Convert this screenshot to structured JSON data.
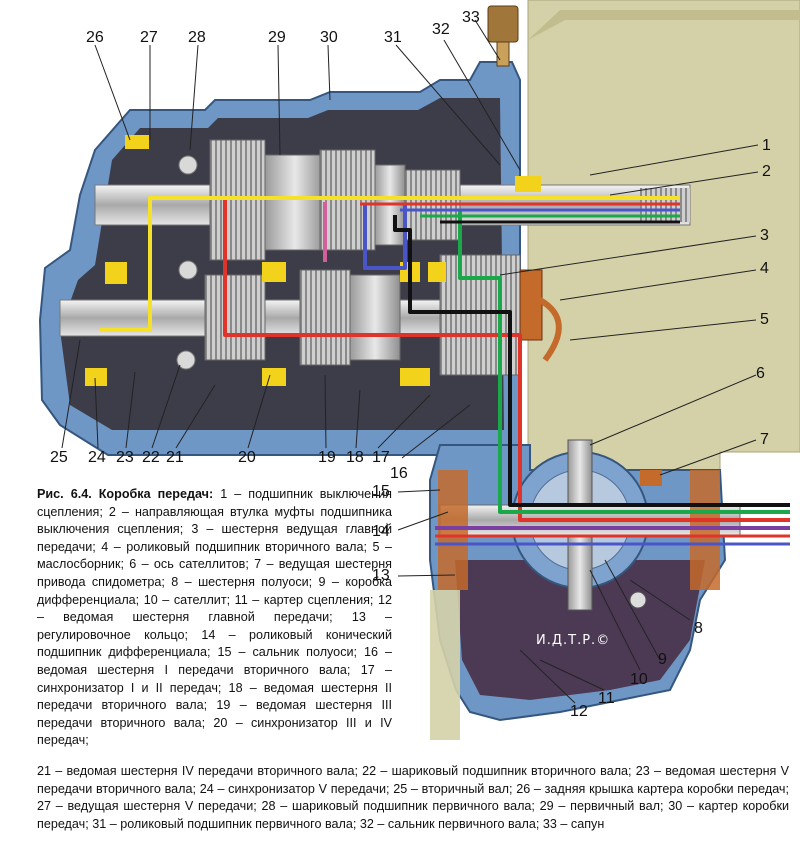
{
  "callouts": [
    "1",
    "2",
    "3",
    "4",
    "5",
    "6",
    "7",
    "8",
    "9",
    "10",
    "11",
    "12",
    "13",
    "14",
    "15",
    "16",
    "17",
    "18",
    "19",
    "20",
    "21",
    "22",
    "23",
    "24",
    "25",
    "26",
    "27",
    "28",
    "29",
    "30",
    "31",
    "32",
    "33"
  ],
  "caption": {
    "heading": "Рис. 6.4. Коробка передач:",
    "body": " 1 – подшипник выключения сцепления; 2 – направляющая втулка муфты подшипника выключения сцепления; 3 – шестерня ведущая главной передачи; 4 – роликовый подшипник вторичного вала; 5 – маслосборник; 6 – ось сателлитов; 7 – ведущая шестерня привода спидометра; 8 – шестерня полуоси; 9 – коробка дифференциала; 10 – сателлит; 11 – картер сцепления; 12 – ведомая шестерня главной передачи; 13 – регулировочное кольцо; 14 – роликовый конический подшипник дифференциала; 15 – сальник полуоси; 16 – ведомая шестерня I передачи вторичного вала; 17 – синхронизатор I и II передач; 18 – ведомая шестерня II передачи вторичного вала; 19 – ведомая шестерня III передачи вторичного вала; 20 – синхронизатор III и IV передач;",
    "tail": "21 – ведомая шестерня IV передачи вторичного вала; 22 – шариковый подшипник вторичного вала; 23 – ведомая шестерня V передачи вторичного вала; 24 – синхронизатор V передачи; 25 – вторичный вал; 26 – задняя крышка картера коробки передач; 27 – ведущая шестерня V передачи; 28 – шариковый подшипник первичного вала; 29 – первичный вал; 30 – картер коробки передач; 31 – роликовый подшипник первичного вала; 32 – сальник первичного вала; 33 – сапун"
  },
  "watermark": "И.Д.Т.Р.©",
  "colors": {
    "housing": "#6f97c6",
    "housing_dark": "#4a6f9c",
    "cavity": "#3d3d4a",
    "engine_plate": "#d4d1a8",
    "gear": "#c9c9c9",
    "copper": "#c46a2a",
    "bearing_yellow": "#f2d21b",
    "power_yellow": "#f5e12a",
    "power_red": "#e0342a",
    "power_pink": "#d0609a",
    "power_blue": "#4a55c8",
    "power_green": "#1aa84a",
    "power_black": "#111111",
    "power_purple": "#7a3fa0"
  }
}
